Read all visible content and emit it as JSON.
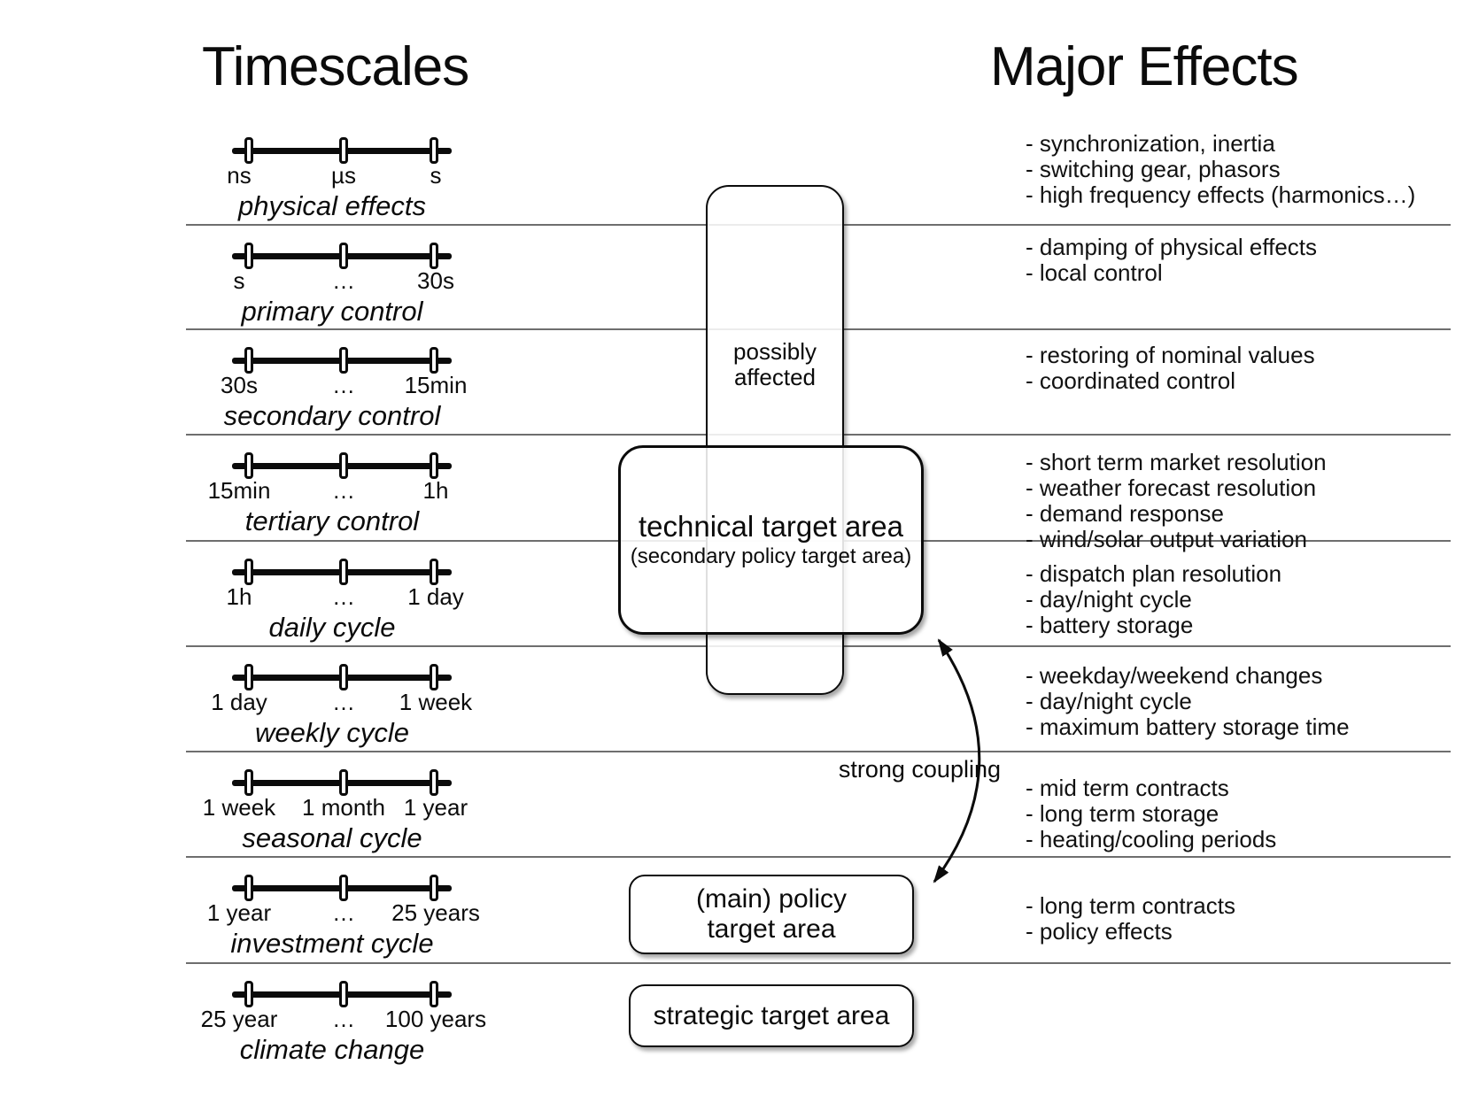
{
  "left_title": "Timescales",
  "right_title": "Major Effects",
  "rows": [
    {
      "ticks": [
        "ns",
        "µs",
        "s"
      ],
      "name": "physical effects",
      "effects": [
        "- synchronization, inertia",
        "- switching gear, phasors",
        "- high frequency effects (harmonics…)"
      ]
    },
    {
      "ticks": [
        "s",
        "…",
        "30s"
      ],
      "name": "primary control",
      "effects": [
        "- damping of physical effects",
        "- local control"
      ]
    },
    {
      "ticks": [
        "30s",
        "…",
        "15min"
      ],
      "name": "secondary control",
      "effects": [
        "- restoring of nominal values",
        "- coordinated control"
      ]
    },
    {
      "ticks": [
        "15min",
        "…",
        "1h"
      ],
      "name": "tertiary control",
      "effects": [
        "- short term market resolution",
        "- weather forecast resolution",
        "- demand response",
        "- wind/solar output variation"
      ]
    },
    {
      "ticks": [
        "1h",
        "…",
        "1 day"
      ],
      "name": "daily cycle",
      "effects": [
        "- dispatch plan resolution",
        "- day/night cycle",
        "- battery storage"
      ]
    },
    {
      "ticks": [
        "1 day",
        "…",
        "1 week"
      ],
      "name": "weekly cycle",
      "effects": [
        "- weekday/weekend changes",
        "- day/night cycle",
        "- maximum battery storage time"
      ]
    },
    {
      "ticks": [
        "1 week",
        "1 month",
        "1 year"
      ],
      "name": "seasonal cycle",
      "effects": [
        "- mid term contracts",
        "- long term storage",
        "- heating/cooling periods"
      ]
    },
    {
      "ticks": [
        "1 year",
        "…",
        "25 years"
      ],
      "name": "investment cycle",
      "effects": [
        "- long term contracts",
        "- policy effects"
      ]
    },
    {
      "ticks": [
        "25 year",
        "…",
        "100 years"
      ],
      "name": "climate change",
      "effects": []
    }
  ],
  "overlays": {
    "possibly_affected": "possibly affected",
    "technical_title": "technical target area",
    "technical_subtitle": "(secondary policy target area)",
    "policy_label": "(main) policy target area",
    "strategic_label": "strategic target area",
    "coupling_label": "strong coupling"
  },
  "colors": {
    "background": "#ffffff",
    "ink": "#000000",
    "divider": "#6e6e6e"
  }
}
